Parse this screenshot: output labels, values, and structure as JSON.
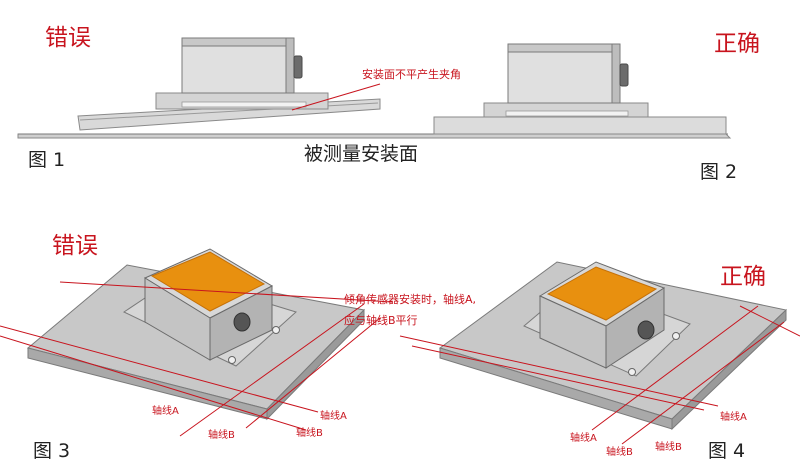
{
  "fig1": {
    "label": "图 1",
    "verdict": "错误",
    "note": "安装面不平产生夹角"
  },
  "fig2": {
    "label": "图 2",
    "verdict": "正确"
  },
  "surface_label": "被测量安装面",
  "fig3": {
    "label": "图 3",
    "verdict": "错误",
    "axis_a": "轴线A",
    "axis_b": "轴线B",
    "axis_a2": "轴线A",
    "axis_b2": "轴线B"
  },
  "fig4": {
    "label": "图 4",
    "verdict": "正确",
    "axis_a": "轴线A",
    "axis_b": "轴线B",
    "axis_a2": "轴线A",
    "axis_b2": "轴线B"
  },
  "install_note": {
    "line1": "倾角传感器安装时，轴线A,",
    "line2": "应与轴线B平行"
  },
  "colors": {
    "red": "#c8141e",
    "orange": "#e8900f",
    "gray_light": "#d2d2d2",
    "gray_mid": "#b4b4b4",
    "gray_dark": "#8c8c8c"
  }
}
